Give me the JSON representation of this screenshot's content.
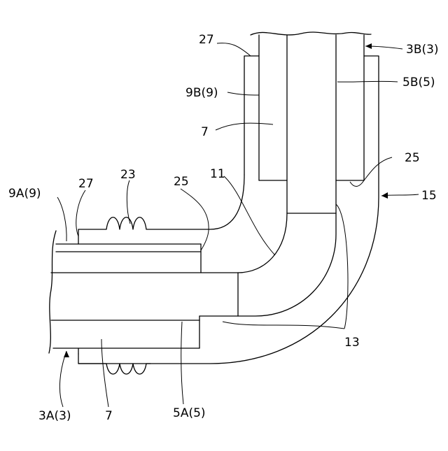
{
  "labels": {
    "l27_top": "27",
    "l3B": "3B(3)",
    "l9B": "9B(9)",
    "l5B": "5B(5)",
    "l7_top": "7",
    "l25_right": "25",
    "l15": "15",
    "l9A": "9A(9)",
    "l27_left": "27",
    "l23": "23",
    "l25_mid": "25",
    "l11": "11",
    "l13": "13",
    "l3A": "3A(3)",
    "l7_bottom": "7",
    "l5A": "5A(5)"
  }
}
